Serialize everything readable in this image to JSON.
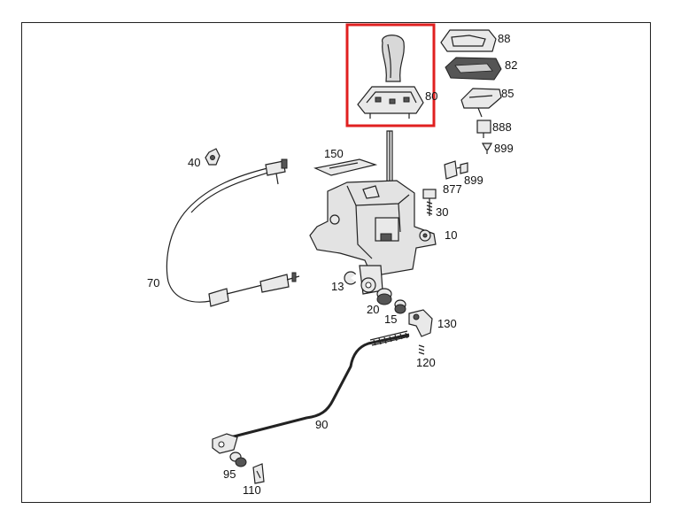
{
  "diagram": {
    "highlight_color": "#e02020",
    "labels": {
      "p88": "88",
      "p82": "82",
      "p85": "85",
      "p80": "80",
      "p888": "888",
      "p899a": "899",
      "p40": "40",
      "p150": "150",
      "p877": "877",
      "p899b": "899",
      "p30": "30",
      "p10": "10",
      "p70": "70",
      "p13": "13",
      "p20": "20",
      "p15": "15",
      "p130": "130",
      "p120": "120",
      "p90": "90",
      "p95": "95",
      "p110": "110"
    }
  }
}
